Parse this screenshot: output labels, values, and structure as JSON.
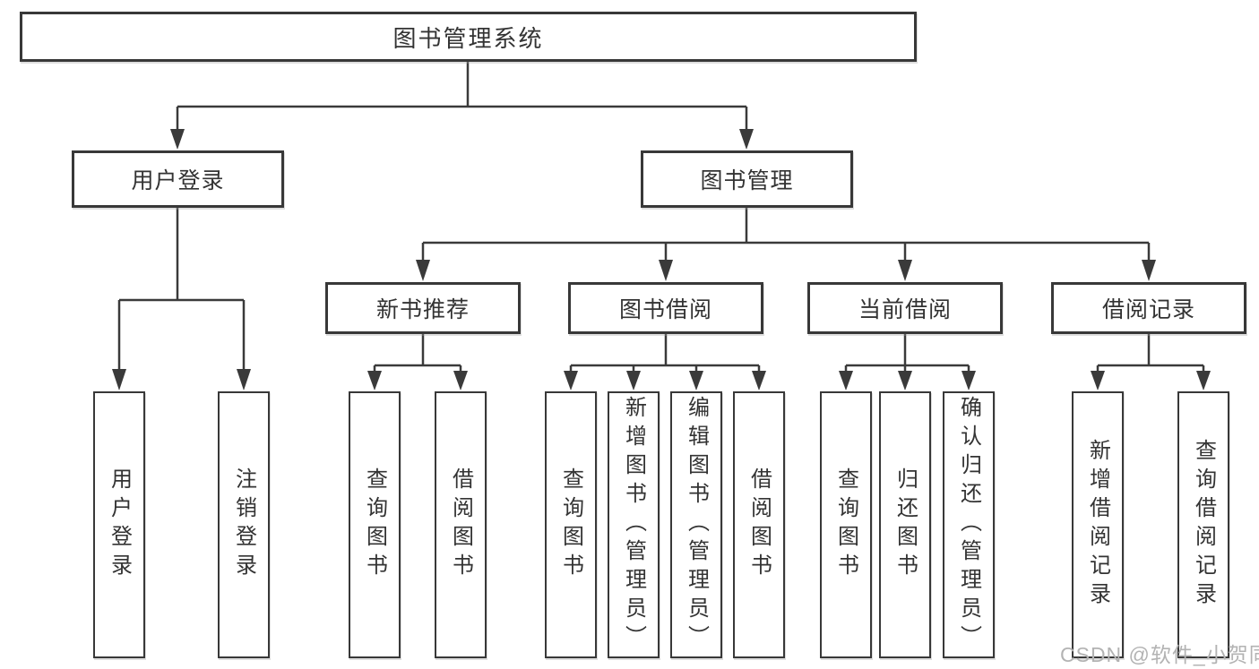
{
  "tree": {
    "root": {
      "label": "图书管理系统"
    },
    "branches": [
      {
        "label": "用户登录",
        "children": [
          {
            "label": "用户登录"
          },
          {
            "label": "注销登录"
          }
        ]
      },
      {
        "label": "图书管理",
        "children": [
          {
            "label": "新书推荐",
            "children": [
              {
                "label": "查询图书"
              },
              {
                "label": "借阅图书"
              }
            ]
          },
          {
            "label": "图书借阅",
            "children": [
              {
                "label": "查询图书"
              },
              {
                "label": "新增图书（管理员）"
              },
              {
                "label": "编辑图书（管理员）"
              },
              {
                "label": "借阅图书"
              }
            ]
          },
          {
            "label": "当前借阅",
            "children": [
              {
                "label": "查询图书"
              },
              {
                "label": "归还图书"
              },
              {
                "label": "确认归还（管理员）"
              }
            ]
          },
          {
            "label": "借阅记录",
            "children": [
              {
                "label": "新增借阅记录"
              },
              {
                "label": "查询借阅记录"
              }
            ]
          }
        ]
      }
    ]
  },
  "watermark": {
    "text": "CSDN @软件_小贺同学"
  },
  "colors": {
    "line": "#3a3a3a",
    "box_border": "#383838",
    "text": "#333333",
    "watermark": "#b3b3b3",
    "background": "#ffffff"
  }
}
